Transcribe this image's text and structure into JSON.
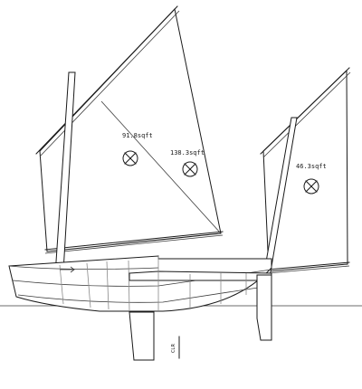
{
  "diagram": {
    "sails": [
      {
        "id": "sail-1",
        "area_label": "91.8sqft"
      },
      {
        "id": "sail-2",
        "area_label": "138.3sqft"
      },
      {
        "id": "sail-3",
        "area_label": "46.3sqft"
      }
    ],
    "clr_label": "CLR"
  }
}
